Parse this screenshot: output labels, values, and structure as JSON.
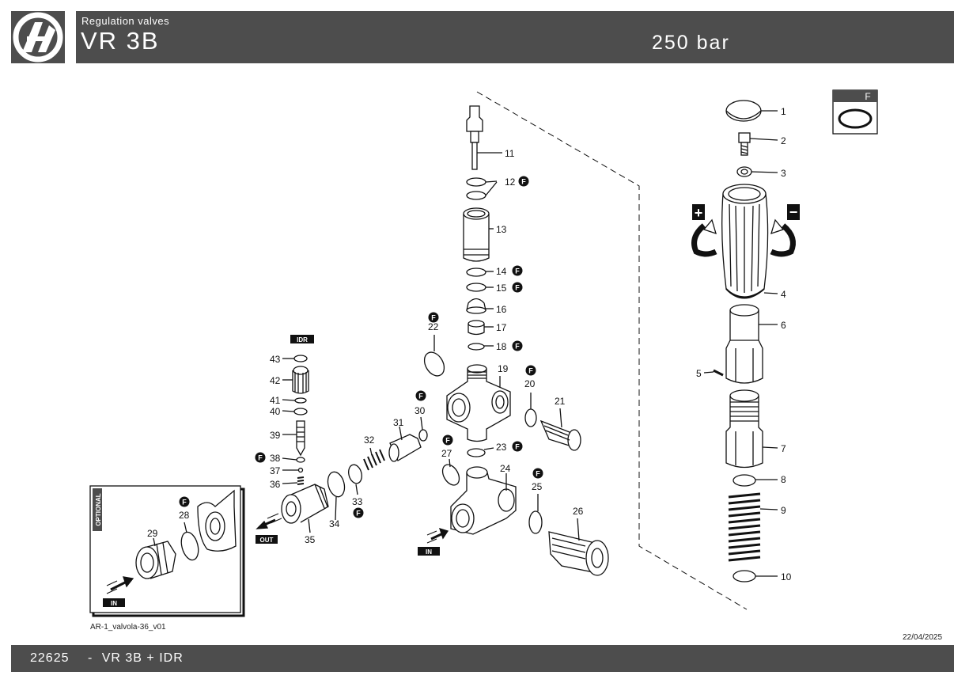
{
  "header": {
    "category": "Regulation valves",
    "model": "VR 3B",
    "pressure": "250 bar"
  },
  "footer": {
    "code": "22625",
    "separator": "-",
    "description": "VR 3B + IDR"
  },
  "date": "22/04/2025",
  "drawing_code": "AR-1_valvola-36_v01",
  "legend": {
    "label": "F"
  },
  "tags": {
    "idr": "IDR",
    "out": "OUT",
    "in": "IN",
    "in_optional": "IN",
    "optional": "OPTIONAL",
    "plus": "+",
    "minus": "−"
  },
  "callouts": [
    {
      "n": "1",
      "f": false
    },
    {
      "n": "2",
      "f": false
    },
    {
      "n": "3",
      "f": false
    },
    {
      "n": "4",
      "f": false
    },
    {
      "n": "5",
      "f": false
    },
    {
      "n": "6",
      "f": false
    },
    {
      "n": "7",
      "f": false
    },
    {
      "n": "8",
      "f": false
    },
    {
      "n": "9",
      "f": false
    },
    {
      "n": "10",
      "f": false
    },
    {
      "n": "11",
      "f": false
    },
    {
      "n": "12",
      "f": true
    },
    {
      "n": "13",
      "f": false
    },
    {
      "n": "14",
      "f": true
    },
    {
      "n": "15",
      "f": true
    },
    {
      "n": "16",
      "f": false
    },
    {
      "n": "17",
      "f": false
    },
    {
      "n": "18",
      "f": true
    },
    {
      "n": "19",
      "f": false
    },
    {
      "n": "20",
      "f": true
    },
    {
      "n": "21",
      "f": false
    },
    {
      "n": "22",
      "f": true
    },
    {
      "n": "23",
      "f": true
    },
    {
      "n": "24",
      "f": false
    },
    {
      "n": "25",
      "f": true
    },
    {
      "n": "26",
      "f": false
    },
    {
      "n": "27",
      "f": true
    },
    {
      "n": "28",
      "f": true
    },
    {
      "n": "29",
      "f": false
    },
    {
      "n": "30",
      "f": true
    },
    {
      "n": "31",
      "f": false
    },
    {
      "n": "32",
      "f": false
    },
    {
      "n": "33",
      "f": true
    },
    {
      "n": "34",
      "f": false
    },
    {
      "n": "35",
      "f": false
    },
    {
      "n": "36",
      "f": false
    },
    {
      "n": "37",
      "f": false
    },
    {
      "n": "38",
      "f": true
    },
    {
      "n": "39",
      "f": false
    },
    {
      "n": "40",
      "f": false
    },
    {
      "n": "41",
      "f": false
    },
    {
      "n": "42",
      "f": false
    },
    {
      "n": "43",
      "f": false
    }
  ],
  "f_mark": "F"
}
